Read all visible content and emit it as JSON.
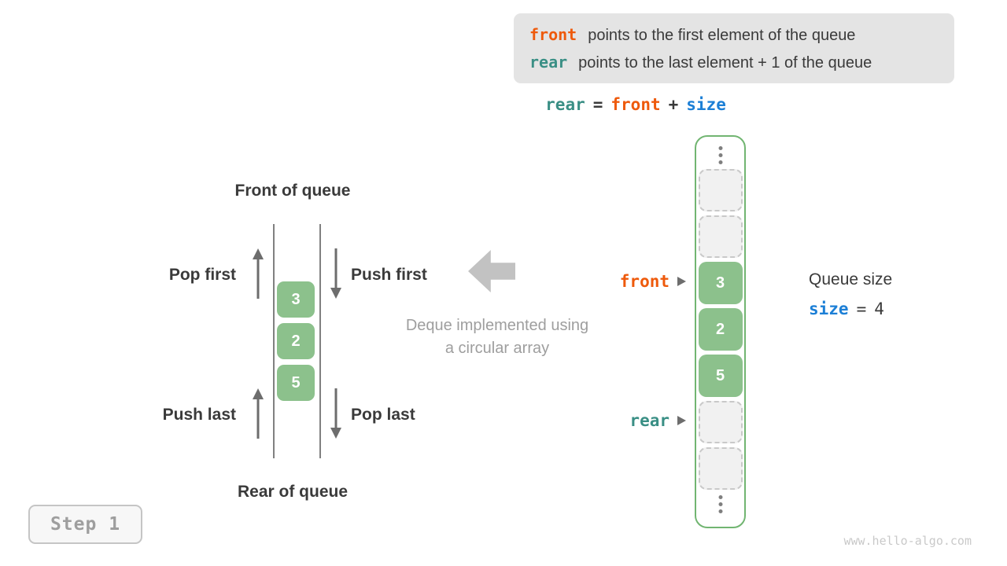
{
  "colors": {
    "front_orange": "#ee5a0c",
    "rear_teal": "#3a8f85",
    "size_blue": "#1c7fd6",
    "cell_green": "#8cc18c",
    "array_border_green": "#71b571",
    "text_dark": "#3a3a3a",
    "muted_gray": "#9e9e9e",
    "info_box_bg": "#e4e4e4"
  },
  "info_box": {
    "line1_code": "front",
    "line1_text": "points to the first element of the queue",
    "line2_code": "rear",
    "line2_text": "points to the last element + 1 of the queue"
  },
  "formula": {
    "rear": "rear",
    "eq": "=",
    "front": "front",
    "plus": "+",
    "size": "size"
  },
  "left_diagram": {
    "front_title": "Front of queue",
    "rear_title": "Rear of queue",
    "pop_first": "Pop first",
    "push_first": "Push first",
    "push_last": "Push last",
    "pop_last": "Pop last",
    "values": [
      "3",
      "2",
      "5"
    ]
  },
  "center": {
    "caption_line1": "Deque implemented using",
    "caption_line2": "a circular array"
  },
  "array": {
    "cells": [
      {
        "state": "empty"
      },
      {
        "state": "empty"
      },
      {
        "state": "filled",
        "value": "3"
      },
      {
        "state": "filled",
        "value": "2"
      },
      {
        "state": "filled",
        "value": "5"
      },
      {
        "state": "empty"
      },
      {
        "state": "empty"
      }
    ],
    "front_pointer": "front",
    "rear_pointer": "rear"
  },
  "queue_size": {
    "title": "Queue size",
    "code": "size",
    "equals": "=",
    "value": "4"
  },
  "step_badge": "Step 1",
  "watermark": "www.hello-algo.com"
}
